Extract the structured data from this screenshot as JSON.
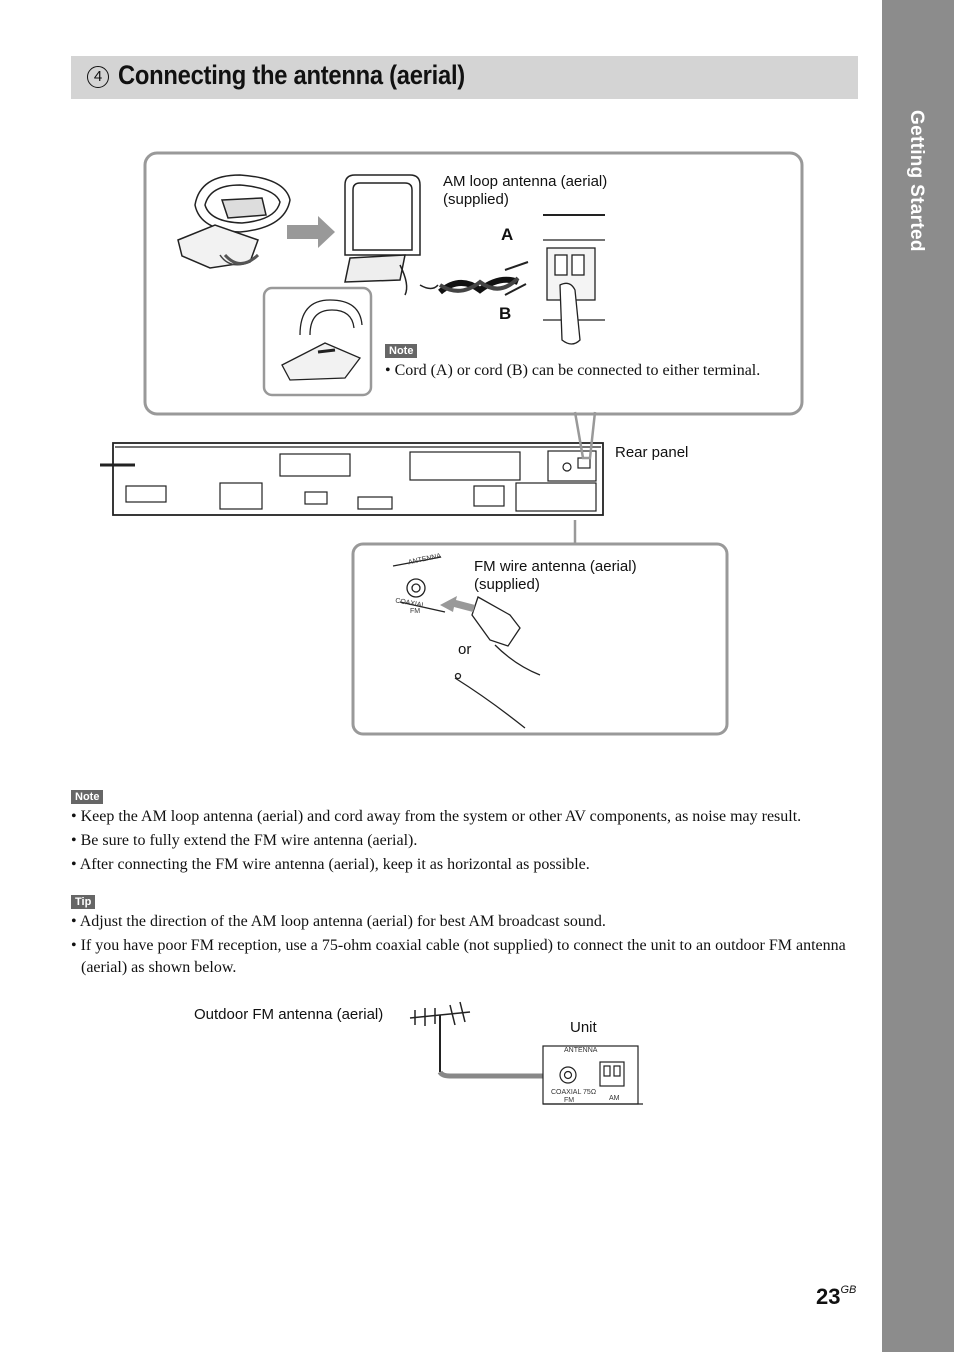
{
  "section_tab": "Getting Started",
  "header": {
    "step_number": "4",
    "title": "Connecting the antenna (aerial)"
  },
  "diagram": {
    "am_label_line1": "AM loop antenna (aerial)",
    "am_label_line2": "(supplied)",
    "cord_a": "A",
    "cord_b": "B",
    "note_tag": "Note",
    "note_text": "• Cord (A) or cord (B) can be connected to either terminal.",
    "rear_panel": "Rear panel",
    "fm_label_line1": "FM wire antenna (aerial)",
    "fm_label_line2": "(supplied)",
    "or_label": "or",
    "antenna_small": "ANTENNA",
    "coaxial_small": "COAXIAL",
    "fm_small": "FM"
  },
  "notes": {
    "tag": "Note",
    "items": [
      "• Keep the AM loop antenna (aerial) and cord away from the system or other AV components, as noise may result.",
      "• Be sure to fully extend the FM wire antenna (aerial).",
      "• After connecting the FM wire antenna (aerial), keep it as horizontal as possible."
    ]
  },
  "tips": {
    "tag": "Tip",
    "items": [
      "• Adjust the direction of the AM loop antenna (aerial) for best AM broadcast sound.",
      "• If you have poor FM reception, use a 75-ohm coaxial cable (not supplied) to connect the unit to an outdoor FM antenna (aerial) as shown below."
    ]
  },
  "outdoor_diagram": {
    "outdoor_label": "Outdoor FM antenna (aerial)",
    "unit_label": "Unit",
    "antenna_label": "ANTENNA",
    "coaxial_label": "COAXIAL 75Ω",
    "fm_label": "FM",
    "am_label": "AM"
  },
  "page": {
    "number": "23",
    "suffix": "GB"
  }
}
